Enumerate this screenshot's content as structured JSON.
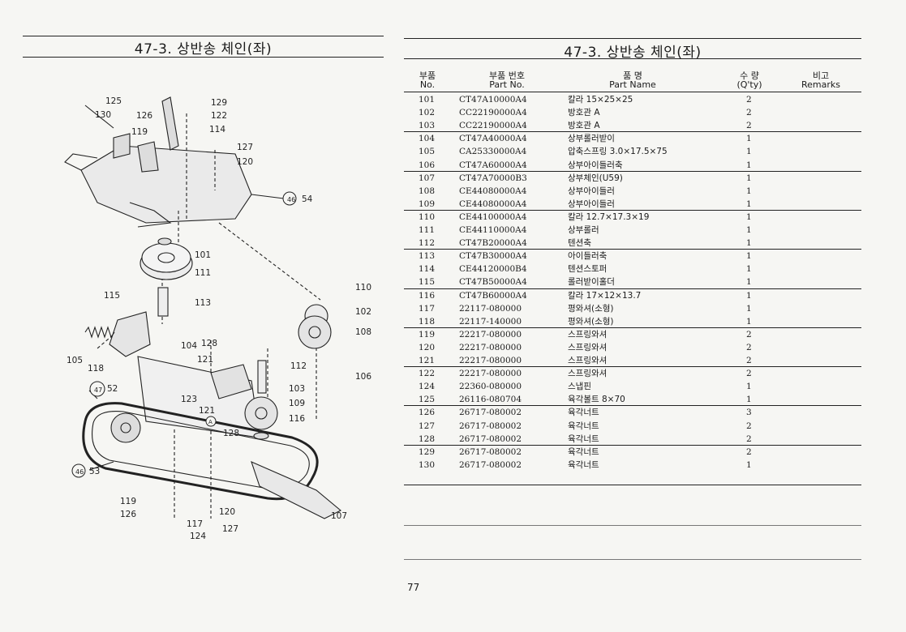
{
  "left_page": {
    "title": "47-3. 상반송 체인(좌)",
    "diagram_labels": [
      "125",
      "130",
      "126",
      "119",
      "129",
      "122",
      "114",
      "127",
      "120",
      "54",
      "101",
      "111",
      "115",
      "113",
      "110",
      "102",
      "108",
      "105",
      "118",
      "104",
      "128",
      "121",
      "112",
      "106",
      "52",
      "123",
      "103",
      "109",
      "121",
      "128",
      "116",
      "53",
      "119",
      "126",
      "120",
      "117",
      "127",
      "124",
      "107"
    ]
  },
  "right_page": {
    "title": "47-3. 상반송 체인(좌)",
    "headers": {
      "no_ko": "부품",
      "no_en": "No.",
      "part_ko": "부품 번호",
      "part_en": "Part No.",
      "name_ko": "품 명",
      "name_en": "Part Name",
      "qty_ko": "수 량",
      "qty_en": "(Q'ty)",
      "remarks_ko": "비고",
      "remarks_en": "Remarks"
    },
    "rows": [
      {
        "no": "101",
        "part": "CT47A10000A4",
        "name": "칼라 15×25×25",
        "qty": "2"
      },
      {
        "no": "102",
        "part": "CC22190000A4",
        "name": "방호관 A",
        "qty": "2"
      },
      {
        "no": "103",
        "part": "CC22190000A4",
        "name": "방호관 A",
        "qty": "2"
      },
      {
        "no": "104",
        "part": "CT47A40000A4",
        "name": "상부롤러받이",
        "qty": "1"
      },
      {
        "no": "105",
        "part": "CA25330000A4",
        "name": "압축스프링 3.0×17.5×75",
        "qty": "1"
      },
      {
        "no": "106",
        "part": "CT47A60000A4",
        "name": "상부아이들러축",
        "qty": "1"
      },
      {
        "no": "107",
        "part": "CT47A70000B3",
        "name": "상부체인(U59)",
        "qty": "1"
      },
      {
        "no": "108",
        "part": "CE44080000A4",
        "name": "상부아이들러",
        "qty": "1"
      },
      {
        "no": "109",
        "part": "CE44080000A4",
        "name": "상부아이들러",
        "qty": "1"
      },
      {
        "no": "110",
        "part": "CE44100000A4",
        "name": "칼라 12.7×17.3×19",
        "qty": "1"
      },
      {
        "no": "111",
        "part": "CE44110000A4",
        "name": "상부롤러",
        "qty": "1"
      },
      {
        "no": "112",
        "part": "CT47B20000A4",
        "name": "텐션축",
        "qty": "1"
      },
      {
        "no": "113",
        "part": "CT47B30000A4",
        "name": "아이들러축",
        "qty": "1"
      },
      {
        "no": "114",
        "part": "CE44120000B4",
        "name": "텐션스토퍼",
        "qty": "1"
      },
      {
        "no": "115",
        "part": "CT47B50000A4",
        "name": "롤러받이홀더",
        "qty": "1"
      },
      {
        "no": "116",
        "part": "CT47B60000A4",
        "name": "칼라 17×12×13.7",
        "qty": "1"
      },
      {
        "no": "117",
        "part": "22117-080000",
        "name": "평와셔(소형)",
        "qty": "1"
      },
      {
        "no": "118",
        "part": "22117-140000",
        "name": "평와셔(소형)",
        "qty": "1"
      },
      {
        "no": "119",
        "part": "22217-080000",
        "name": "스프링와셔",
        "qty": "2"
      },
      {
        "no": "120",
        "part": "22217-080000",
        "name": "스프링와셔",
        "qty": "2"
      },
      {
        "no": "121",
        "part": "22217-080000",
        "name": "스프링와셔",
        "qty": "2"
      },
      {
        "no": "122",
        "part": "22217-080000",
        "name": "스프링와셔",
        "qty": "2"
      },
      {
        "no": "124",
        "part": "22360-080000",
        "name": "스냅핀",
        "qty": "1"
      },
      {
        "no": "125",
        "part": "26116-080704",
        "name": "육각볼트 8×70",
        "qty": "1"
      },
      {
        "no": "126",
        "part": "26717-080002",
        "name": "육각너트",
        "qty": "3"
      },
      {
        "no": "127",
        "part": "26717-080002",
        "name": "육각너트",
        "qty": "2"
      },
      {
        "no": "128",
        "part": "26717-080002",
        "name": "육각너트",
        "qty": "2"
      },
      {
        "no": "129",
        "part": "26717-080002",
        "name": "육각너트",
        "qty": "2"
      },
      {
        "no": "130",
        "part": "26717-080002",
        "name": "육각너트",
        "qty": "1"
      }
    ],
    "page_number": "77"
  }
}
